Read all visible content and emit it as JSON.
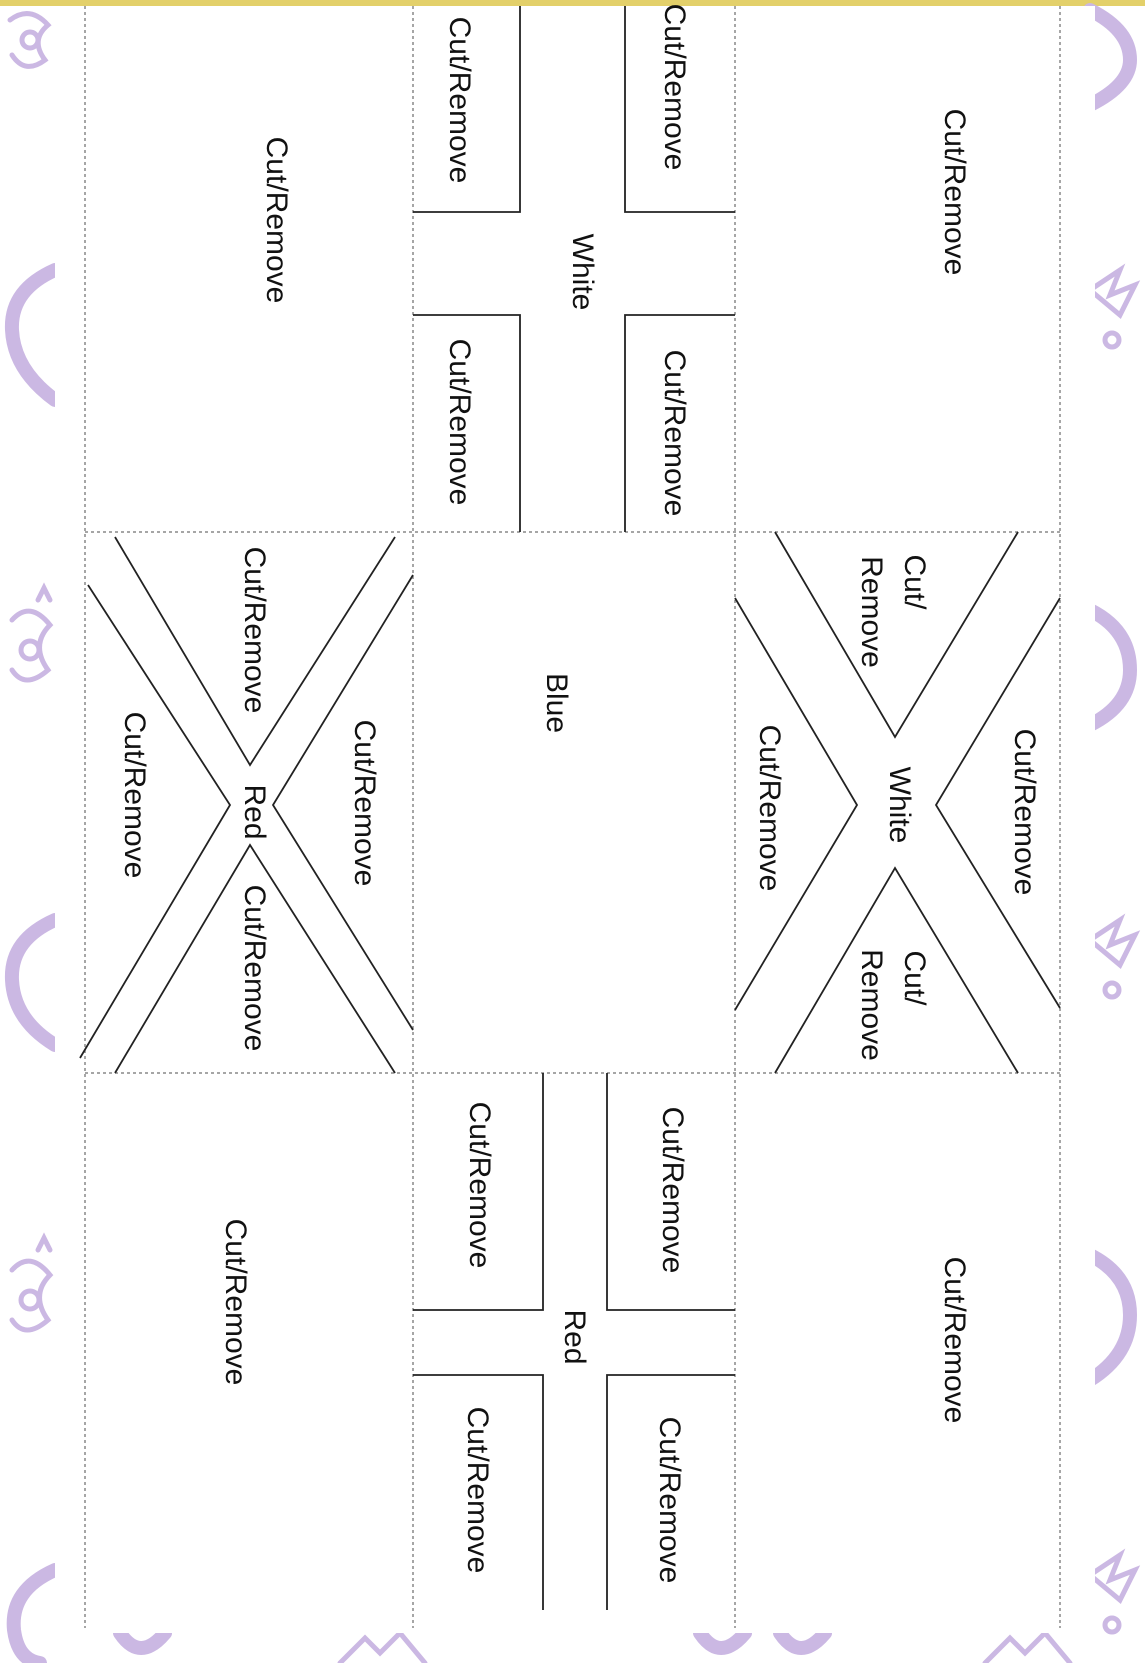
{
  "colors": {
    "top_border": "#e3d06a",
    "decoration": "#c9b4e0",
    "panel_fill": "#ffffff",
    "dotted_line": "#888888",
    "solid_line": "#222222",
    "text": "#111111"
  },
  "decoration_icons": [
    "crown-icon",
    "swirl-icon"
  ],
  "panels": {
    "top_left": {
      "label": "Cut/Remove"
    },
    "top_right": {
      "label": "Cut/Remove"
    },
    "bottom_left": {
      "label": "Cut/Remove"
    },
    "bottom_right": {
      "label": "Cut/Remove"
    }
  },
  "white_cross": {
    "label": "White",
    "quadrants": [
      "Cut/Remove",
      "Cut/Remove",
      "Cut/Remove",
      "Cut/Remove"
    ]
  },
  "red_saltire": {
    "label": "Red",
    "triangles": [
      "Cut/Remove",
      "Cut/Remove",
      "Cut/Remove",
      "Cut/Remove"
    ]
  },
  "blue_center": {
    "label": "Blue"
  },
  "white_saltire": {
    "label": "White",
    "left": "Cut/Remove",
    "right": "Cut/Remove",
    "top_line1": "Cut/",
    "top_line2": "Remove",
    "bottom_line1": "Cut/",
    "bottom_line2": "Remove"
  },
  "red_cross": {
    "label": "Red",
    "quadrants": [
      "Cut/Remove",
      "Cut/Remove",
      "Cut/Remove",
      "Cut/Remove"
    ]
  }
}
